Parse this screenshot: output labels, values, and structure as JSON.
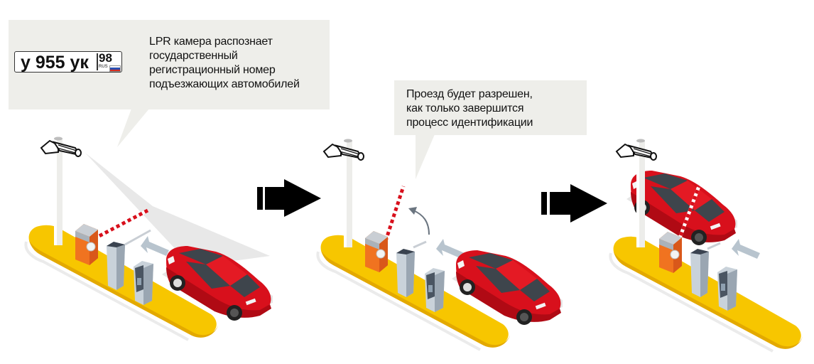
{
  "bubbles": [
    {
      "lines": [
        "LPR камера распознает",
        "государственный",
        "регистрационный номер",
        "подъезжающих автомобилей"
      ]
    },
    {
      "lines": [
        "Проезд будет разрешен,",
        "как только завершится",
        "процесс идентификации"
      ]
    }
  ],
  "plate": {
    "main": "у 955 ук",
    "region": "98",
    "country": "RUS",
    "flag_colors": [
      "#ffffff",
      "#2a4fb0",
      "#d52b1e"
    ]
  },
  "steps": [
    {
      "id": 1,
      "label": "camera-recognizes-plate",
      "barrier": "closed"
    },
    {
      "id": 2,
      "label": "barrier-opening",
      "barrier": "opening"
    },
    {
      "id": 3,
      "label": "car-passes",
      "barrier": "open"
    }
  ],
  "colors": {
    "island": "#f7c600",
    "island_shadow": "#e0a800",
    "car": "#d8101c",
    "barrier_box": "#f07320",
    "arrow": "#000000",
    "bubble_bg": "#eeeeea",
    "direction_arrow": "#b8c4ce"
  }
}
